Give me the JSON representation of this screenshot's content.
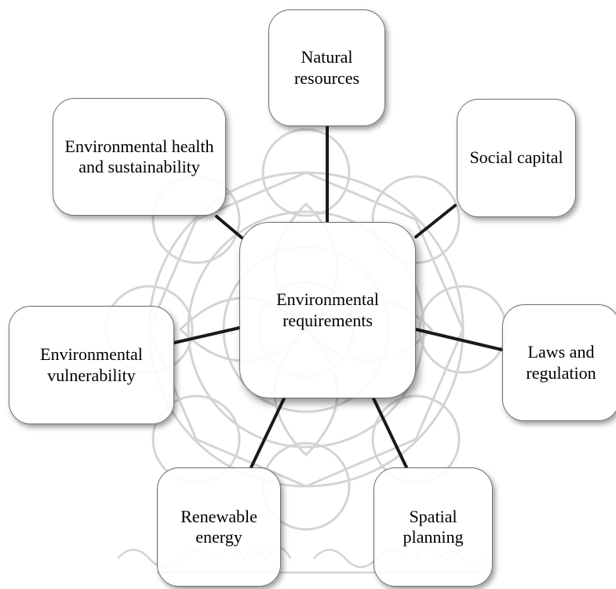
{
  "diagram": {
    "center": {
      "label": "Environmental requirements"
    },
    "nodes": [
      {
        "id": "natural",
        "label": "Natural resources"
      },
      {
        "id": "social",
        "label": "Social capital"
      },
      {
        "id": "laws",
        "label": "Laws and regulation"
      },
      {
        "id": "spatial",
        "label": "Spatial planning"
      },
      {
        "id": "renew",
        "label": "Renewable energy"
      },
      {
        "id": "vuln",
        "label": "Environmental vulnerability"
      },
      {
        "id": "health",
        "label": "Environmental health and sustainability"
      }
    ],
    "connector_color": "#1a1a1a",
    "watermark_color": "#d4d4d4"
  }
}
